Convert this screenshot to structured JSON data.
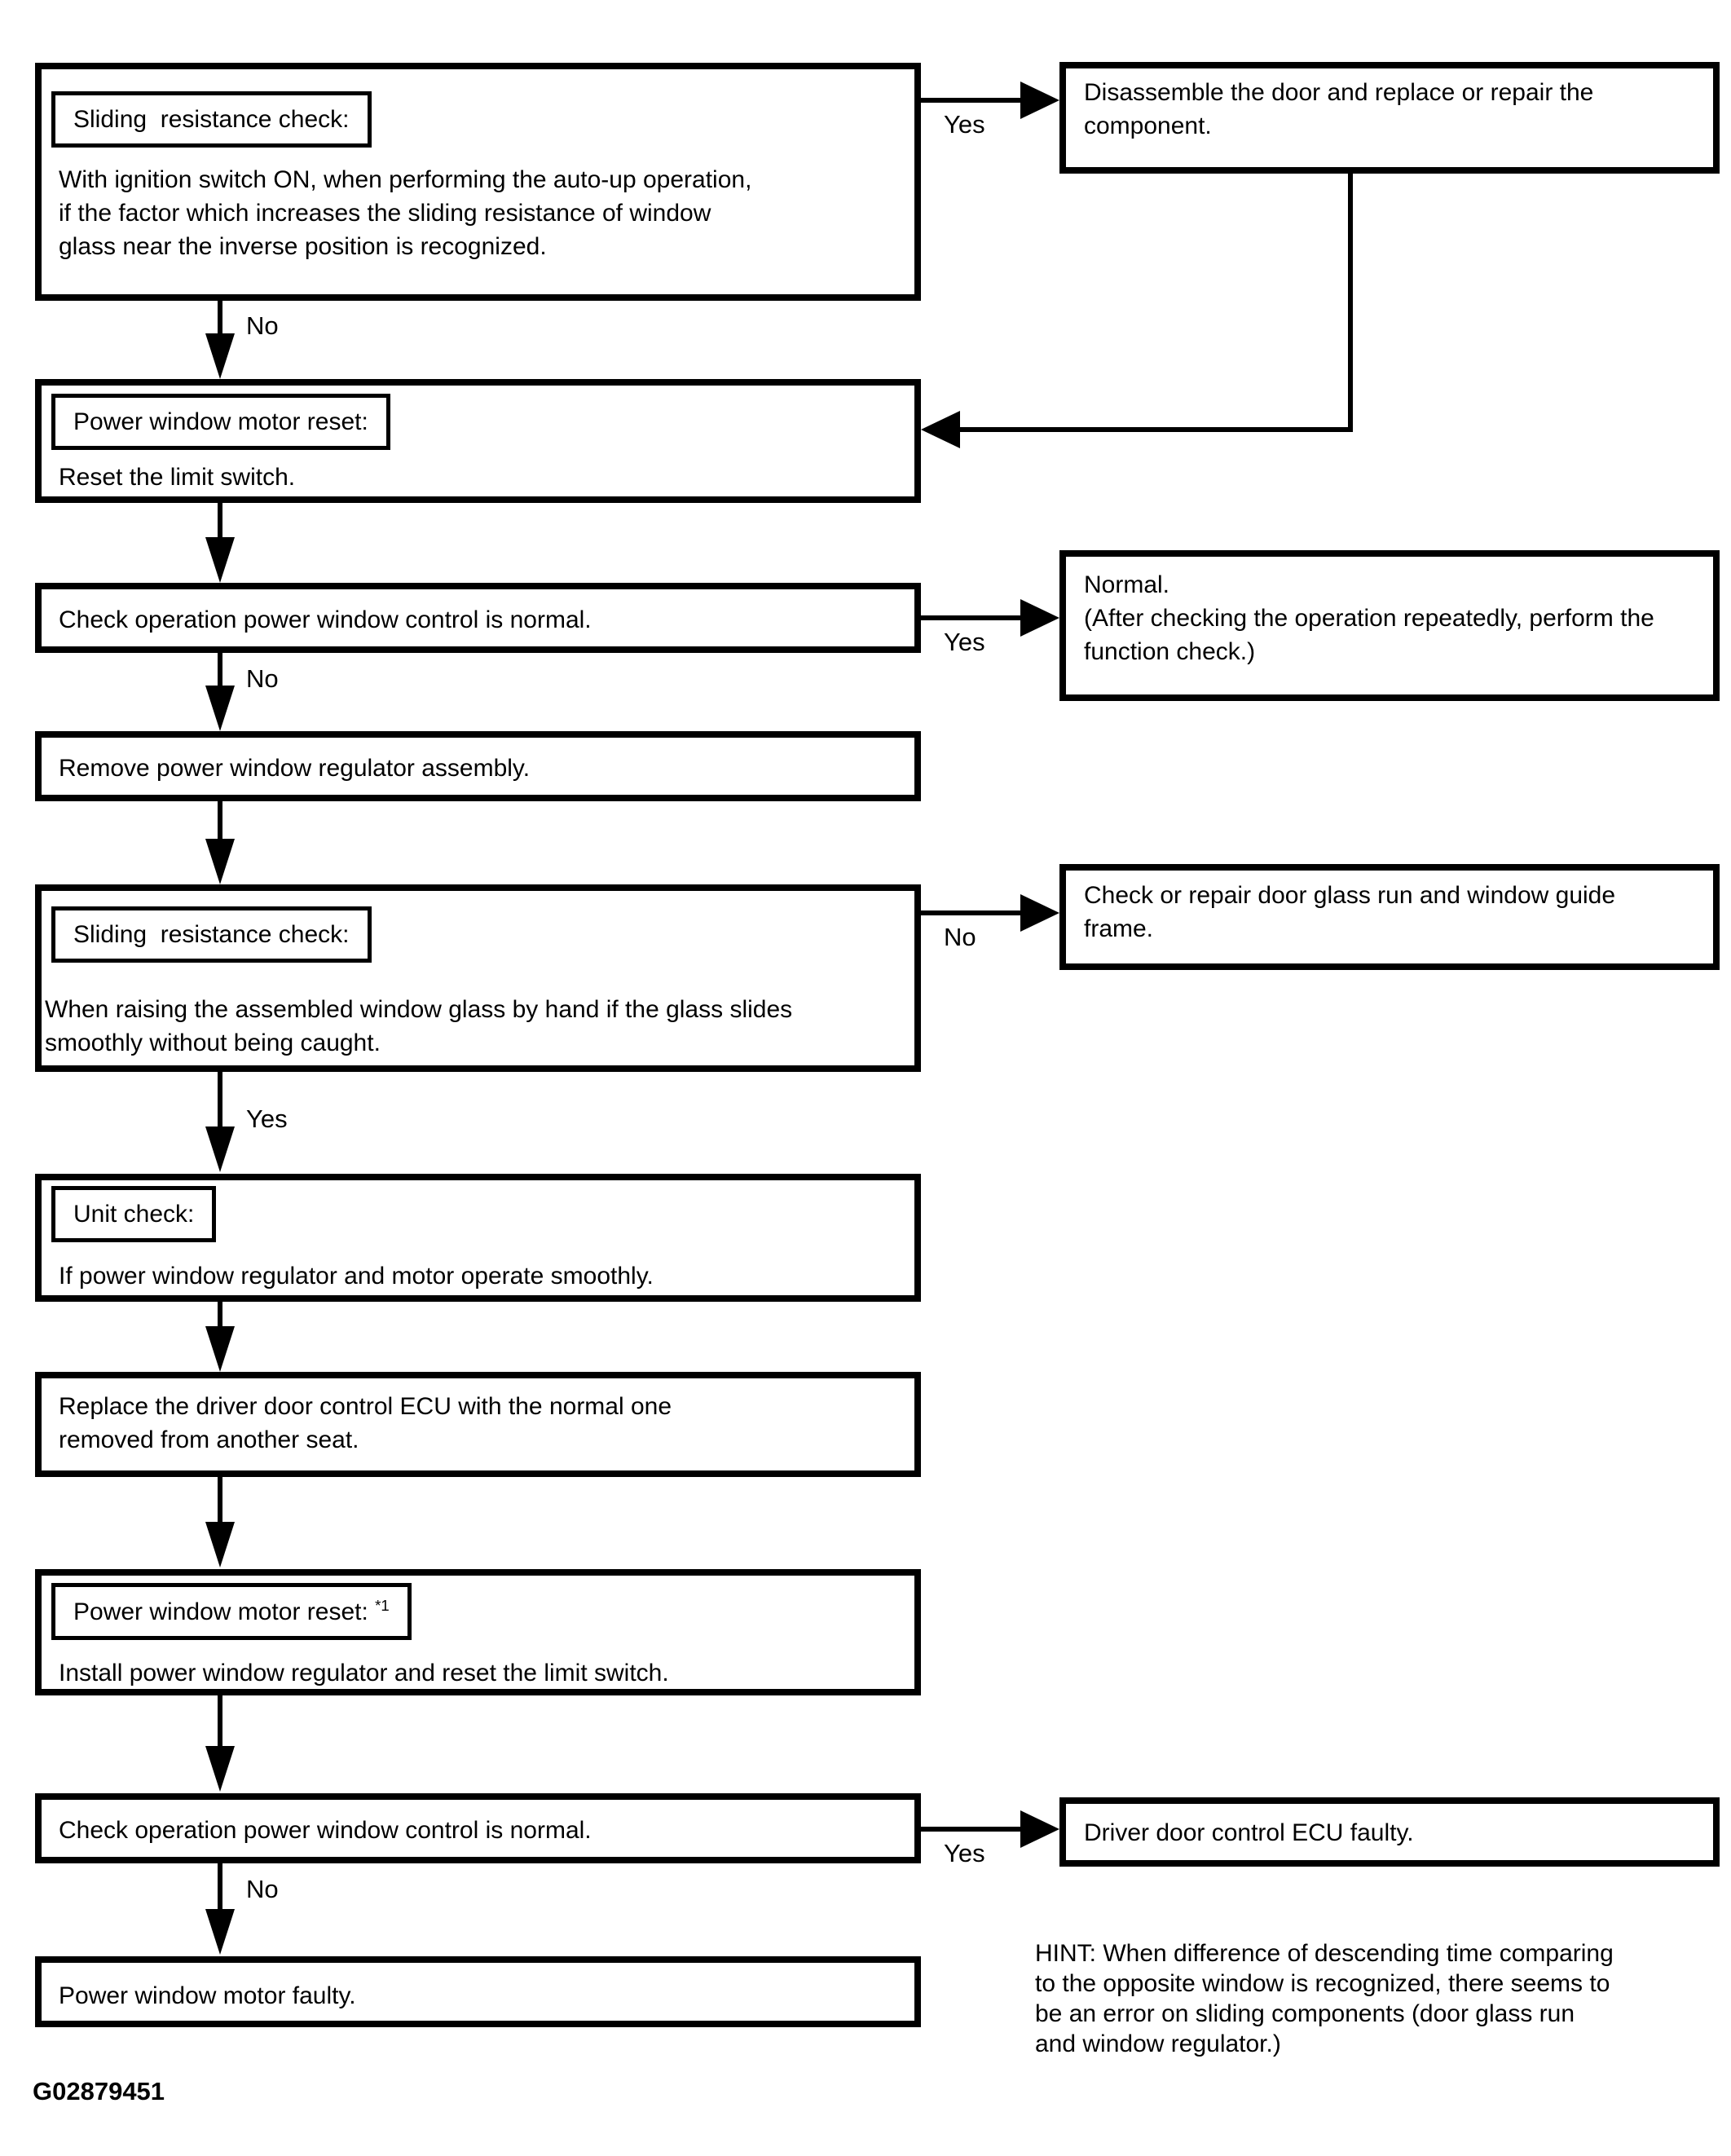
{
  "figure_id": "G02879451",
  "colors": {
    "line": "#000000",
    "background": "#ffffff"
  },
  "edge_labels": {
    "a_to_b": "Yes",
    "a_to_c": "No",
    "d_to_e": "Yes",
    "d_to_f": "No",
    "g_to_h": "No",
    "g_to_i": "Yes",
    "l_to_m": "Yes",
    "l_to_n": "No"
  },
  "nodes": {
    "a": {
      "title": "Sliding  resistance check:",
      "lines": [
        "With ignition switch ON, when performing the auto-up operation,",
        "if the factor which increases the sliding resistance of window",
        "glass near the inverse position is recognized."
      ]
    },
    "b": {
      "lines": [
        "Disassemble the door and replace or repair the",
        "component."
      ]
    },
    "c": {
      "title": "Power window motor reset:",
      "lines": [
        "Reset the limit switch."
      ]
    },
    "d": {
      "lines": [
        "Check operation power window control is normal."
      ]
    },
    "e": {
      "lines": [
        "Normal.",
        "(After checking the operation repeatedly, perform the",
        "function check.)"
      ]
    },
    "f": {
      "lines": [
        "Remove power window regulator assembly."
      ]
    },
    "g": {
      "title": "Sliding  resistance check:",
      "lines": [
        "When raising the assembled window glass by hand if the glass slides",
        "smoothly without being caught."
      ]
    },
    "h": {
      "lines": [
        "Check or repair door glass run and window guide",
        "frame."
      ]
    },
    "i": {
      "title": "Unit check:",
      "lines": [
        "If power window regulator and motor operate smoothly."
      ]
    },
    "j": {
      "lines": [
        "Replace the driver door control ECU with the normal one",
        "removed from another seat."
      ]
    },
    "k": {
      "title": "Power window motor reset: ",
      "title_sup": "*1",
      "lines": [
        "Install power window regulator and reset the limit switch."
      ]
    },
    "l": {
      "lines": [
        "Check operation power window control is normal."
      ]
    },
    "m": {
      "lines": [
        "Driver door control ECU faulty."
      ]
    },
    "n": {
      "lines": [
        "Power window motor faulty."
      ]
    },
    "hint": {
      "lines": [
        "HINT: When difference of descending time comparing",
        "to the opposite window is recognized, there seems to",
        "be an error on sliding components (door glass run",
        "and window regulator.)"
      ]
    }
  }
}
